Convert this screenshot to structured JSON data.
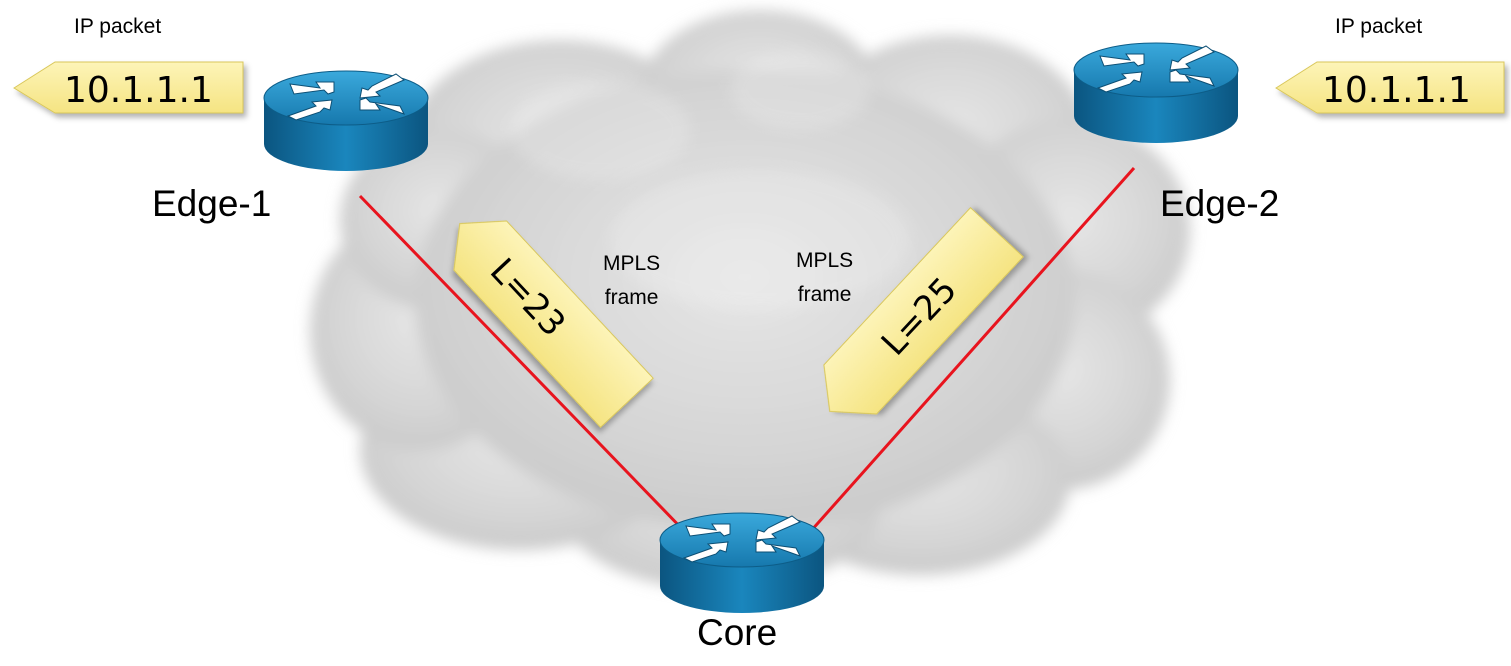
{
  "left_packet": {
    "caption": "IP packet",
    "address": "10.1.1.1"
  },
  "right_packet": {
    "caption": "IP packet",
    "address": "10.1.1.1"
  },
  "routers": {
    "edge1": "Edge-1",
    "edge2": "Edge-2",
    "core": "Core"
  },
  "left_frame": {
    "caption_line1": "MPLS",
    "caption_line2": "frame",
    "label": "L=23"
  },
  "right_frame": {
    "caption_line1": "MPLS",
    "caption_line2": "frame",
    "label": "L=25"
  },
  "colors": {
    "router_top": "#1f8fc4",
    "router_side": "#0e5f8c",
    "link": "#e8141e",
    "tag_fill": "#fbeea0",
    "cloud": "#d4d4d4"
  },
  "icons": [
    "router-icon",
    "cloud-shape",
    "packet-tag"
  ]
}
